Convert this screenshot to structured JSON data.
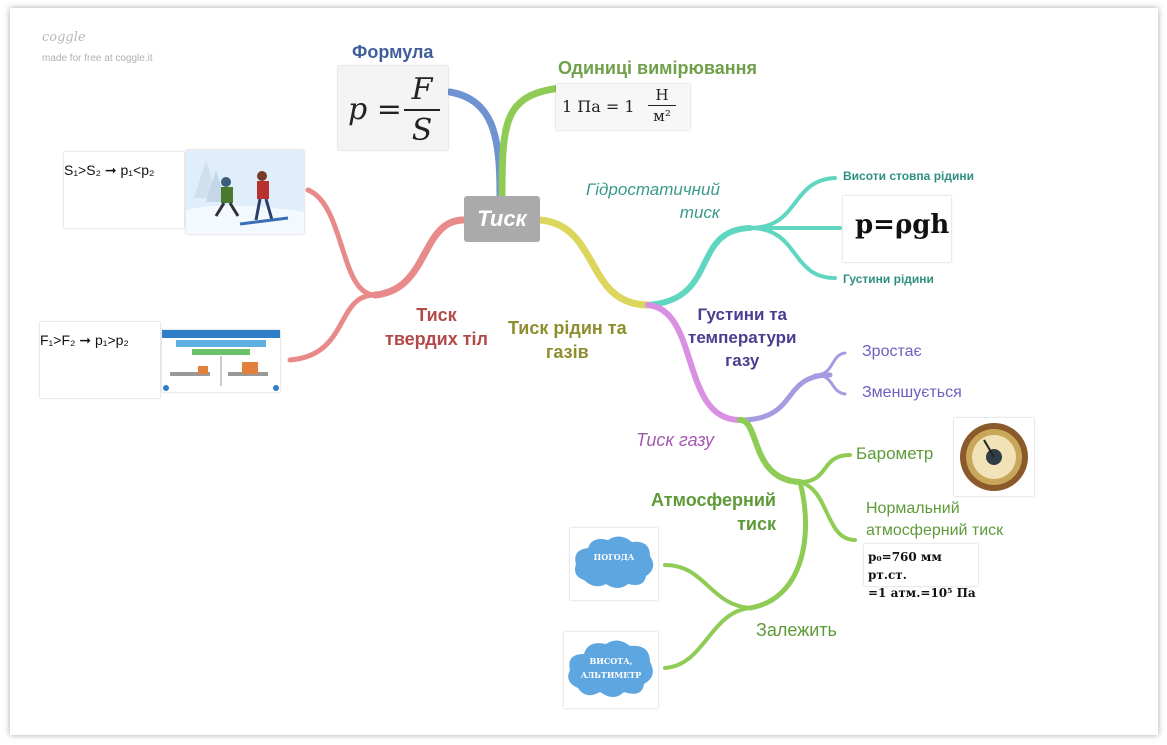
{
  "app": {
    "brand": "coggle",
    "made_by": "made for free at coggle.it"
  },
  "center": {
    "label": "Тиск"
  },
  "colors": {
    "formula": "#4a6fa5",
    "units": "#7fbf3f",
    "solids": "#e08080",
    "liquids": "#d6d65a",
    "hydro": "#4fd1b9",
    "gas_temp": "#9f94dc",
    "gas": "#d68be0",
    "atm": "#8fcc55"
  },
  "formula": {
    "title": "Формула",
    "lhs": "p",
    "eq": "=",
    "num": "F",
    "den": "S"
  },
  "units": {
    "title": "Одиниці вимірювання",
    "left": "1 Па = 1",
    "num": "Н",
    "den": "м²"
  },
  "solids": {
    "label_line1": "Тиск",
    "label_line2": "твердих тіл",
    "example1": "S₁>S₂ ➞ p₁<p₂",
    "example2": "F₁>F₂ ➞ p₁>p₂",
    "skier_image": "skiers-in-snow",
    "sim_image": "pressure-simulation"
  },
  "liquids": {
    "label_line1": "Тиск рідин та",
    "label_line2": "газів"
  },
  "hydro": {
    "label_line1": "Гідростатичний",
    "label_line2": "тиск",
    "height": "Висоти стовпа рідини",
    "formula": "p=ρgh",
    "density": "Густини рідини"
  },
  "gas_temp": {
    "line1": "Густини та",
    "line2": "температури",
    "line3": "газу",
    "grows": "Зростає",
    "decreases": "Зменшується"
  },
  "gas": {
    "label": "Тиск газу"
  },
  "atm": {
    "label_line1": "Атмосферний",
    "label_line2": "тиск",
    "barometer": "Барометр",
    "barometer_image": "barometer",
    "normal_line1": "Нормальний",
    "normal_line2": "атмосферний тиск",
    "normal_v1": "p₀=760 мм рт.ст.",
    "normal_v2": "=1 атм.=10⁵ Па",
    "depends": "Залежить",
    "weather": "ПОГОДА",
    "height_line1": "ВИСОТА,",
    "height_line2": "АЛЬТИМЕТР"
  }
}
